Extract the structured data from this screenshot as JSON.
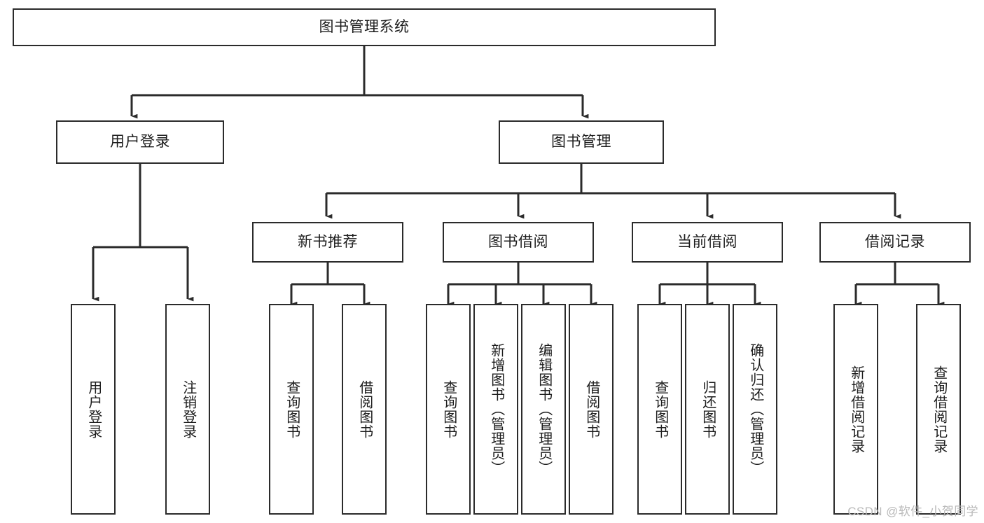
{
  "diagram": {
    "title": "图书管理系统",
    "watermark": "CSDN @软件_小贺同学",
    "accent_color": "#2b2b2b",
    "background_color": "#ffffff",
    "root": {
      "label": "图书管理系统"
    },
    "level2": [
      {
        "label": "用户登录"
      },
      {
        "label": "图书管理"
      }
    ],
    "level3": [
      {
        "label": "新书推荐"
      },
      {
        "label": "图书借阅"
      },
      {
        "label": "当前借阅"
      },
      {
        "label": "借阅记录"
      }
    ],
    "leaves": {
      "user_login": [
        {
          "label": "用户登录"
        },
        {
          "label": "注销登录"
        }
      ],
      "new_book_recommend": [
        {
          "label": "查询图书"
        },
        {
          "label": "借阅图书"
        }
      ],
      "book_borrow": [
        {
          "label": "查询图书"
        },
        {
          "label": "新增图书（管理员）"
        },
        {
          "label": "编辑图书（管理员）"
        },
        {
          "label": "借阅图书"
        }
      ],
      "current_borrow": [
        {
          "label": "查询图书"
        },
        {
          "label": "归还图书"
        },
        {
          "label": "确认归还（管理员）"
        }
      ],
      "borrow_record": [
        {
          "label": "新增借阅记录"
        },
        {
          "label": "查询借阅记录"
        }
      ]
    }
  }
}
